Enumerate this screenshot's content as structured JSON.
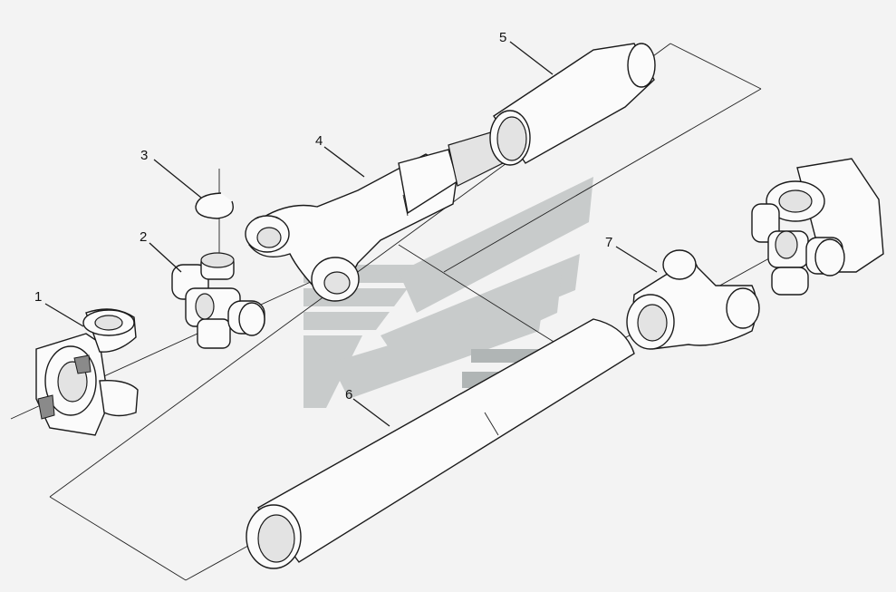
{
  "diagram": {
    "callouts": [
      {
        "id": "1",
        "label": "1"
      },
      {
        "id": "2",
        "label": "2"
      },
      {
        "id": "3",
        "label": "3"
      },
      {
        "id": "4",
        "label": "4"
      },
      {
        "id": "5",
        "label": "5"
      },
      {
        "id": "6",
        "label": "6"
      },
      {
        "id": "7",
        "label": "7"
      }
    ],
    "colors": {
      "line": "#1a1a1a",
      "watermark": "#c8cbcb",
      "paper": "#f3f3f3"
    }
  }
}
